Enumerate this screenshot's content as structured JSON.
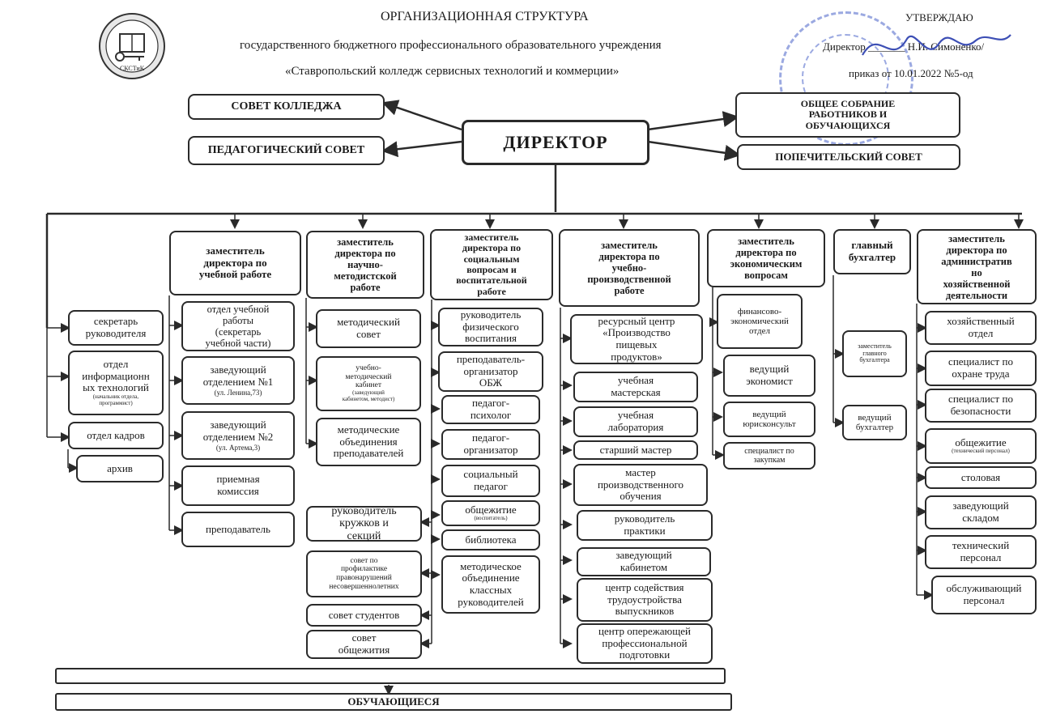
{
  "header": {
    "line1": "ОРГАНИЗАЦИОННАЯ СТРУКТУРА",
    "line2": "государственного бюджетного профессионального образовательного учреждения",
    "line3": "«Ставропольский колледж сервисных технологий и коммерции»",
    "logo_text": "СКСТиК"
  },
  "approval": {
    "title": "УТВЕРЖДАЮ",
    "line1": "Директор _______ Н.И. Симоненко/",
    "line2": "приказ от 10.01.2022 №5-од"
  },
  "top": {
    "director": "ДИРЕКТОР",
    "college_council": "СОВЕТ КОЛЛЕДЖА",
    "ped_council": "ПЕДАГОГИЧЕСКИЙ СОВЕТ",
    "general_meeting": "ОБЩЕЕ СОБРАНИЕ\nРАБОТНИКОВ И\nОБУЧАЮЩИХСЯ",
    "trustees": "ПОПЕЧИТЕЛЬСКИЙ СОВЕТ"
  },
  "col0": {
    "secretary": "секретарь\nруководителя",
    "it_dept": "отдел\nинформационн\nых технологий",
    "it_note": "(начальник отдела,\nпрограммист)",
    "hr": "отдел кадров",
    "archive": "архив"
  },
  "col1": {
    "head": "заместитель\nдиректора по\nучебной работе",
    "edu_dept": "отдел учебной\nработы\n(секретарь\nучебной части)",
    "dept1": "заведующий\nотделением №1",
    "dept1_note": "(ул. Ленина,73)",
    "dept2": "заведующий\nотделением №2",
    "dept2_note": "(ул. Артема,3)",
    "admission": "приемная\nкомиссия",
    "teacher": "преподаватель"
  },
  "col2": {
    "head": "заместитель\nдиректора по\nнаучно-\nметодистской\nработе",
    "method_council": "методический\nсовет",
    "cabinet": "учебно-\nметодический\nкабинет",
    "cabinet_note": "(заведующий\nкабинетом, методист)",
    "associations": "методические\nобъединения\nпреподавателей",
    "clubs": "руководитель\nкружков и\nсекций",
    "prevention": "совет по\nпрофилактике\nправонарушений\nнесовершеннолетних",
    "students": "совет студентов",
    "dorm_council": "совет\nобщежития"
  },
  "col3": {
    "head": "заместитель\nдиректора по\nсоциальным\nвопросам и\nвоспитательной\nработе",
    "pe": "руководитель\nфизического\nвоспитания",
    "obzh": "преподаватель-\nорганизатор\nОБЖ",
    "psych": "педагог-\nпсихолог",
    "organizer": "педагог-\nорганизатор",
    "social": "социальный\nпедагог",
    "dorm": "общежитие",
    "dorm_note": "(воспитатель)",
    "library": "библиотека",
    "class_assoc": "методическое\nобъединение\nклассных\nруководителей"
  },
  "col4": {
    "head": "заместитель\nдиректора по\nучебно-\nпроизводственной\nработе",
    "resource": "ресурсный центр\n«Производство\nпищевых\nпродуктов»",
    "workshop": "учебная\nмастерская",
    "lab": "учебная\nлаборатория",
    "senior_master": "старший мастер",
    "master": "мастер\nпроизводственного\nобучения",
    "practice": "руководитель\nпрактики",
    "cabinet_head": "заведующий\nкабинетом",
    "employment": "центр содействия\nтрудоустройства\nвыпускников",
    "advanced": "центр опережающей\nпрофессиональной\nподготовки"
  },
  "col5": {
    "head": "заместитель\nдиректора по\nэкономическим\nвопросам",
    "fin": "финансово-\nэкономический\nотдел",
    "economist": "ведущий\nэкономист",
    "lawyer": "ведущий\nюрисконсульт",
    "procurement": "специалист по\nзакупкам"
  },
  "col6": {
    "head": "главный\nбухгалтер",
    "deputy": "заместитель\nглавного\nбухгалтера",
    "leading": "ведущий\nбухгалтер"
  },
  "col7": {
    "head": "заместитель\nдиректора по\nадминистратив\nно\nхозяйственной\nдеятельности",
    "household": "хозяйственный\nотдел",
    "safety": "специалист по\nохране труда",
    "security": "специалист по\nбезопасности",
    "dorm": "общежитие",
    "dorm_note": "(технический персонал)",
    "canteen": "столовая",
    "warehouse": "заведующий\nскладом",
    "technical": "технический\nперсонал",
    "service": "обслуживающий\nперсонал"
  },
  "bottom": {
    "empty": "",
    "students": "ОБУЧАЮЩИЕСЯ"
  }
}
